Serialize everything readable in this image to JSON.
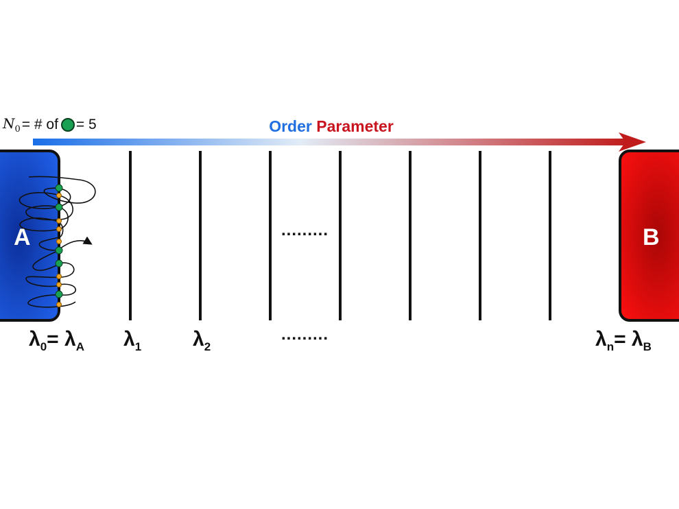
{
  "header": {
    "n0_symbol": "N",
    "n0_subscript": "0",
    "n0_text": "= # of",
    "n0_value": "= 5",
    "title_word1": "Order",
    "title_word2": "Parameter"
  },
  "states": {
    "a_label": "A",
    "b_label": "B"
  },
  "interfaces": {
    "l0": {
      "base": "λ",
      "sub": "0",
      "eq": "= λ",
      "eq_sub": "A"
    },
    "l1": {
      "base": "λ",
      "sub": "1"
    },
    "l2": {
      "base": "λ",
      "sub": "2"
    },
    "ln": {
      "base": "λ",
      "sub": "n",
      "eq": "= λ",
      "eq_sub": "B"
    },
    "ellipsis_middle": ".........",
    "ellipsis_bottom": "........."
  },
  "colors": {
    "state_a": "#1a4fd6",
    "state_b": "#e80c0c",
    "arrow_start": "#1a6ee8",
    "arrow_mid": "#e6eef6",
    "arrow_end": "#c01c1c",
    "crossing_dot": "#1aa053",
    "touch_dot": "#f5a623"
  },
  "icons": {
    "green_dot": "filled-circle",
    "arrow": "right-arrow"
  }
}
